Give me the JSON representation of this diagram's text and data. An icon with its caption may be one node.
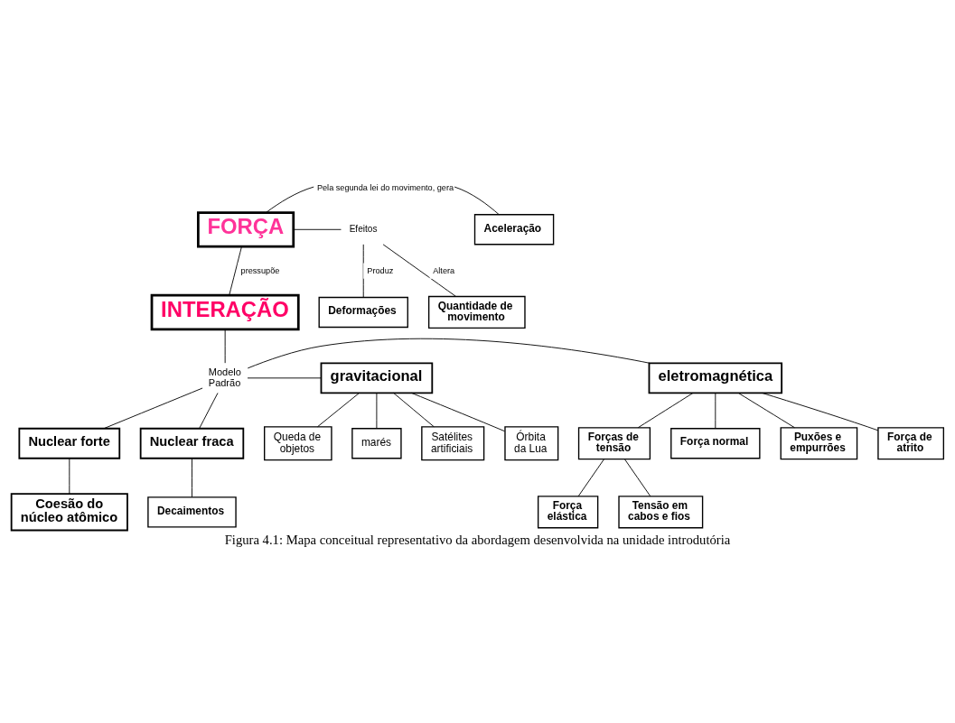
{
  "diagram": {
    "caption": "Figura 4.1: Mapa conceitual representativo da abordagem desenvolvida na unidade introdutória",
    "nodes": [
      {
        "text": [
          "Aceleração"
        ]
      },
      {
        "text": [
          "FORÇA"
        ]
      },
      {
        "text": [
          "Efeitos"
        ]
      },
      {
        "text": [
          "Quantidade de movimento"
        ]
      },
      {
        "text": [
          "Deformações"
        ]
      },
      {
        "text": [
          "INTERAÇÃO"
        ]
      },
      {
        "text": [
          "eletromagnética"
        ]
      },
      {
        "text": [
          "Modelo Padrão"
        ]
      },
      {
        "text": [
          "gravitacional"
        ]
      },
      {
        "text": [
          "Puxões e empurrões"
        ]
      },
      {
        "text": [
          "Força de atrito"
        ]
      },
      {
        "text": [
          "Nuclear forte"
        ]
      },
      {
        "text": [
          "Nuclear fraca"
        ]
      },
      {
        "text": [
          "Satélites artificiais"
        ]
      },
      {
        "text": [
          "Órbita da Lua"
        ]
      },
      {
        "text": [
          "Forças de tensão"
        ]
      },
      {
        "text": [
          "Força normal"
        ]
      },
      {
        "text": [
          "Queda de objetos"
        ]
      },
      {
        "text": [
          "Força elástica"
        ]
      },
      {
        "text": [
          "Tensão em cabos e fios"
        ]
      },
      {
        "text": [
          "Coesão do núcleo atômico"
        ]
      },
      {
        "text": [
          "Decaimentos"
        ]
      },
      {
        "text": [
          "marés"
        ]
      }
    ],
    "edges": [
      {
        "from": 1,
        "to": 0,
        "arrow": "none",
        "label": "Pela segunda lei do movimento, gera"
      },
      {
        "from": 1,
        "to": 2,
        "arrow": "none"
      },
      {
        "from": 2,
        "to": 3,
        "arrow": "none",
        "label": "Altera"
      },
      {
        "from": 2,
        "to": 4,
        "arrow": "none",
        "label": "Produz"
      },
      {
        "from": 1,
        "to": 5,
        "arrow": "none",
        "label": "pressupõe"
      },
      {
        "from": 5,
        "to": 7,
        "arrow": "none"
      },
      {
        "from": 7,
        "to": 6,
        "arrow": "none"
      },
      {
        "from": 7,
        "to": 8,
        "arrow": "none"
      },
      {
        "from": 7,
        "to": 11,
        "arrow": "none"
      },
      {
        "from": 7,
        "to": 12,
        "arrow": "none"
      },
      {
        "from": 6,
        "to": 9,
        "arrow": "none"
      },
      {
        "from": 6,
        "to": 15,
        "arrow": "none"
      },
      {
        "from": 6,
        "to": 16,
        "arrow": "none"
      },
      {
        "from": 6,
        "to": 10,
        "arrow": "none"
      },
      {
        "from": 15,
        "to": 18,
        "arrow": "none"
      },
      {
        "from": 15,
        "to": 19,
        "arrow": "none"
      },
      {
        "from": 11,
        "to": 20,
        "arrow": "none"
      },
      {
        "from": 12,
        "to": 21,
        "arrow": "none"
      },
      {
        "from": 8,
        "to": 17,
        "arrow": "none"
      },
      {
        "from": 8,
        "to": 13,
        "arrow": "none"
      },
      {
        "from": 8,
        "to": 22,
        "arrow": "none"
      },
      {
        "from": 8,
        "to": 14,
        "arrow": "none"
      }
    ]
  }
}
